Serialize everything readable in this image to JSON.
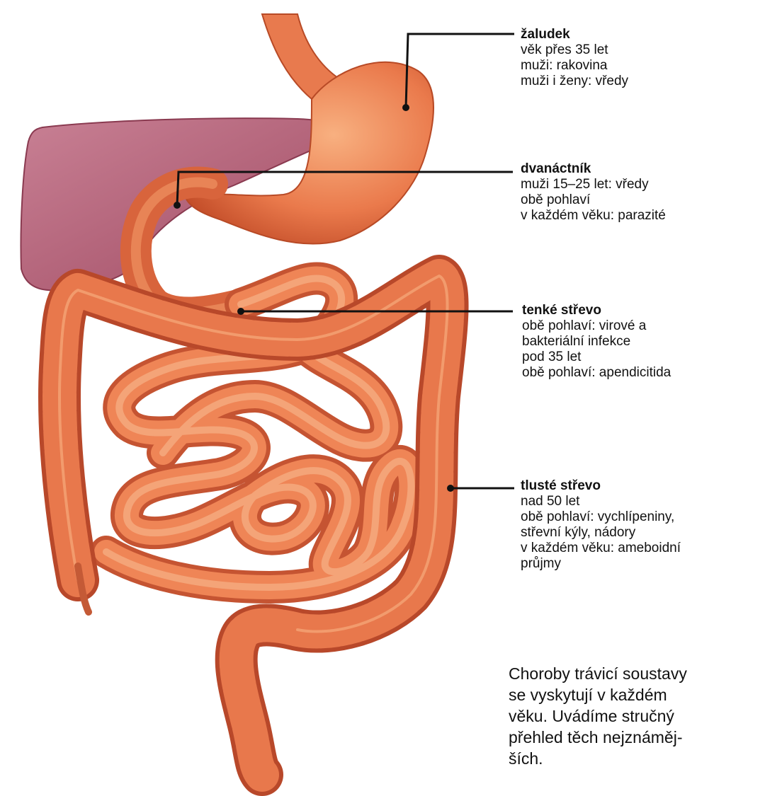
{
  "labels": [
    {
      "id": "stomach",
      "title": "žaludek",
      "lines": [
        "věk přes 35 let",
        "muži: rakovina",
        "muži i ženy: vředy"
      ]
    },
    {
      "id": "duodenum",
      "title": "dvanáctník",
      "lines": [
        "muži 15–25 let: vředy",
        "obě pohlaví",
        "v každém věku: parazité"
      ]
    },
    {
      "id": "small_intestine",
      "title": "tenké střevo",
      "lines": [
        "obě pohlaví: virové a",
        "bakteriální infekce",
        "pod 35 let",
        "obě pohlaví: apendicitida"
      ]
    },
    {
      "id": "large_intestine",
      "title": "tlusté střevo",
      "lines": [
        "nad 50 let",
        "obě pohlaví: vychlípeniny,",
        "střevní kýly, nádory",
        "v každém věku: ameboidní",
        "průjmy"
      ]
    }
  ],
  "caption": [
    "Choroby trávicí soustavy",
    "se vyskytují v každém",
    "věku. Uvádíme stručný",
    "přehled těch nejznáměj-",
    "ších."
  ],
  "colors": {
    "organ": "#e8754a",
    "organ_dark": "#c04a28",
    "organ_light": "#f4a070",
    "liver": "#b0566a",
    "liver_light": "#c8788a",
    "leader": "#111111"
  }
}
